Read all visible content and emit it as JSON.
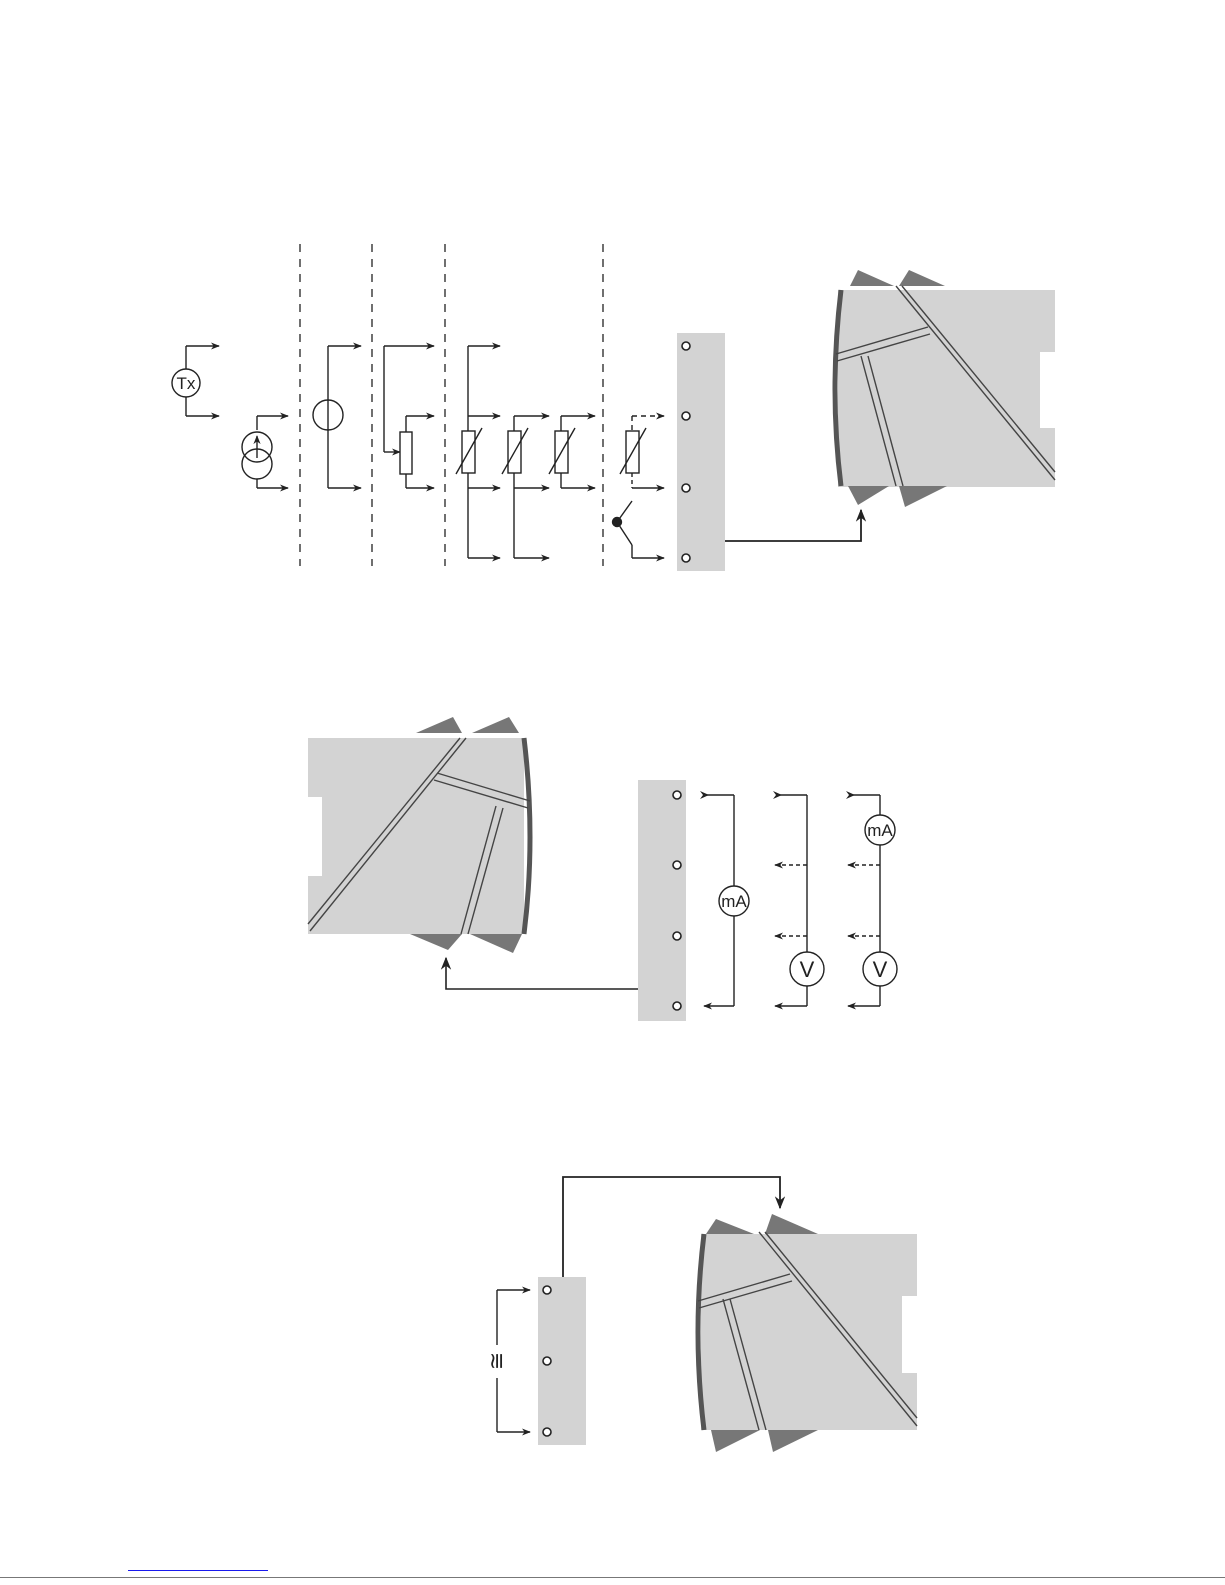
{
  "input_section": {
    "transmitter_label": "Tx"
  },
  "output_section": {
    "meter_ma_label": "mA",
    "meter_ma_label_2": "mA",
    "meter_v_label": "V",
    "meter_v_label_2": "V"
  },
  "supply_section": {
    "symbol": "≅"
  },
  "colors": {
    "terminal_block": "#d3d3d3",
    "module_body": "#d3d3d3",
    "module_clip": "#777777",
    "module_edge": "#555555",
    "line": "#222222",
    "footer_link": "#1a1aee"
  }
}
